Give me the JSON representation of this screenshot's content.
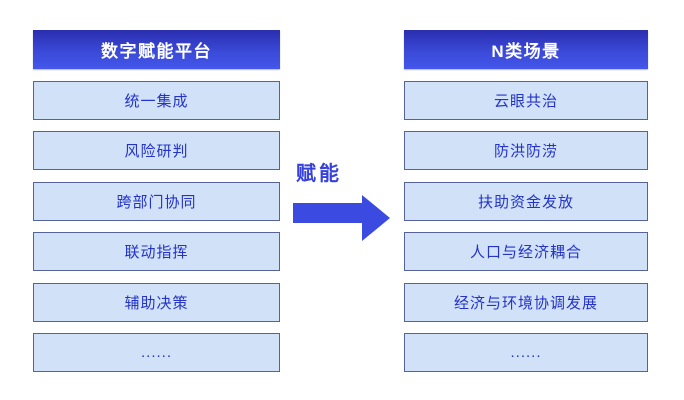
{
  "left_column": {
    "header": "数字赋能平台",
    "items": [
      "统一集成",
      "风险研判",
      "跨部门协同",
      "联动指挥",
      "辅助决策",
      "......"
    ]
  },
  "right_column": {
    "header": "N类场景",
    "items": [
      "云眼共治",
      "防洪防涝",
      "扶助资金发放",
      "人口与经济耦合",
      "经济与环境协调发展",
      "......"
    ]
  },
  "connector": {
    "label": "赋能",
    "arrow_direction": "right"
  },
  "colors": {
    "header_gradient_top": "#2a2eae",
    "header_gradient_bottom": "#4457ea",
    "item_background": "#d0e1f8",
    "item_border": "#56639a",
    "item_text": "#2433c8",
    "arrow": "#3b4ae1",
    "label_text": "#3742d8",
    "background": "#ffffff"
  }
}
